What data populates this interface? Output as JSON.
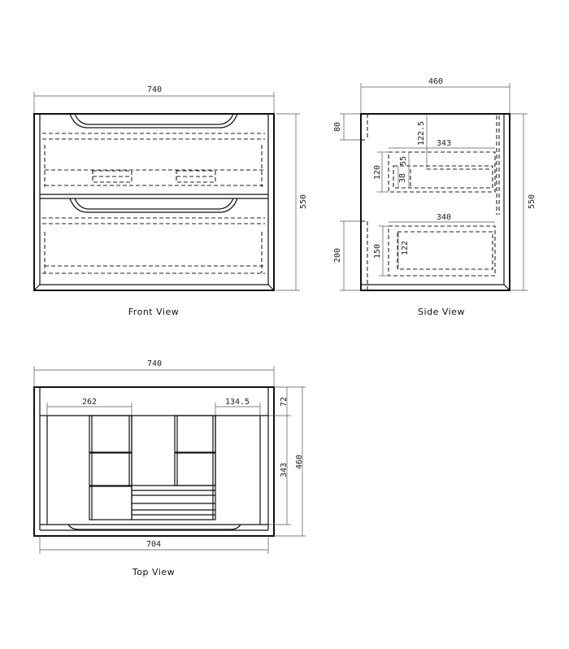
{
  "views": {
    "front": {
      "caption": "Front View",
      "dims": {
        "width": "740",
        "height": "550"
      }
    },
    "side": {
      "caption": "Side View",
      "dims": {
        "depth": "460",
        "height": "550",
        "top_gap": "80",
        "upper_drawer_depth": "343",
        "upper_drawer_height": "120",
        "inner_55": "55",
        "inner_38": "38",
        "inner_122_5": "122.5",
        "lower_drawer_depth": "340",
        "lower_drawer_height": "150",
        "lower_inner": "122",
        "bottom_height": "200"
      }
    },
    "top": {
      "caption": "Top View",
      "dims": {
        "width": "740",
        "left_offset": "262",
        "right_offset": "134.5",
        "inner_width": "704",
        "depth": "460",
        "inner_depth": "343",
        "front_gap": "72"
      }
    }
  }
}
